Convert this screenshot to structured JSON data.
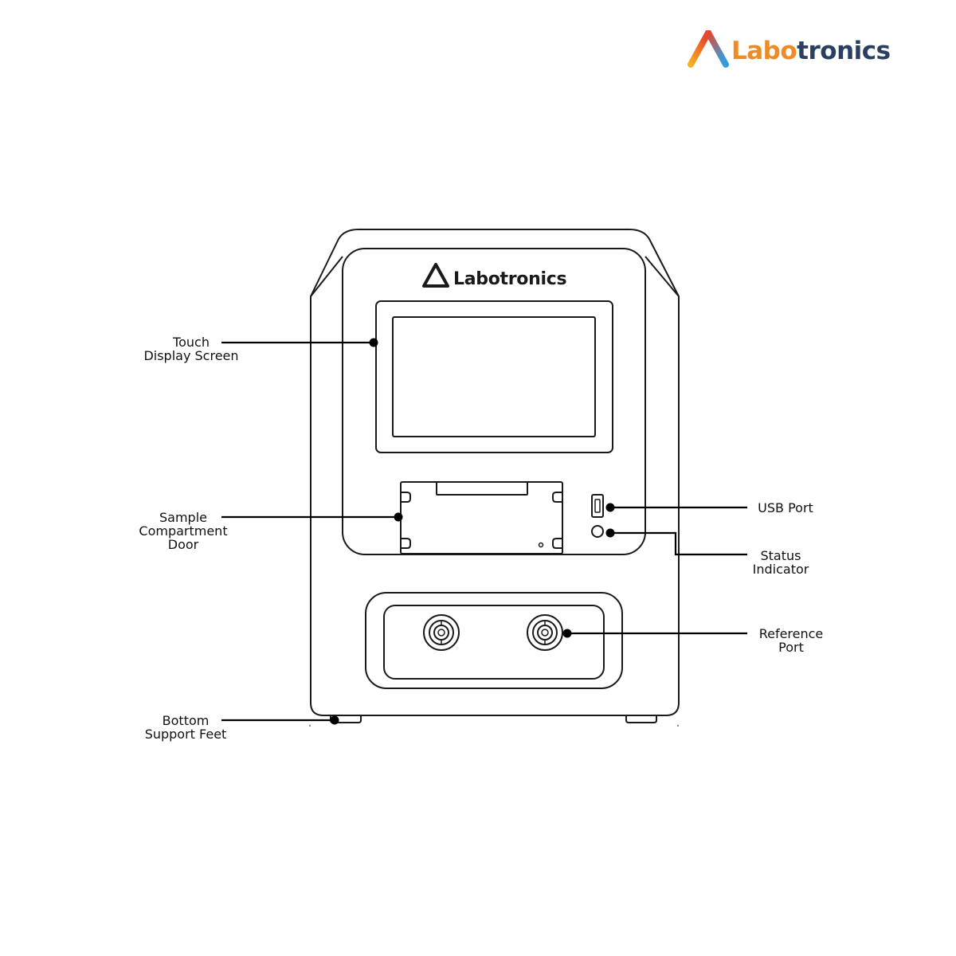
{
  "brand": {
    "name_part1": "Labo",
    "name_part2": "tronics",
    "color_part1": "#f08a24",
    "color_part2": "#2a4060",
    "logo_colors": [
      "#f7b21e",
      "#e8452c",
      "#3a9ad9",
      "#6cbf3a"
    ]
  },
  "device": {
    "brand_label": "Labotronics"
  },
  "labels": {
    "touch_display": [
      "Touch",
      "Display Screen"
    ],
    "sample_door": [
      "Sample",
      "Compartment",
      "Door"
    ],
    "bottom_feet": [
      "Bottom",
      "Support Feet"
    ],
    "usb_port": [
      "USB Port"
    ],
    "status_indicator": [
      "Status",
      "Indicator"
    ],
    "reference_port": [
      "Reference",
      "Port"
    ]
  }
}
